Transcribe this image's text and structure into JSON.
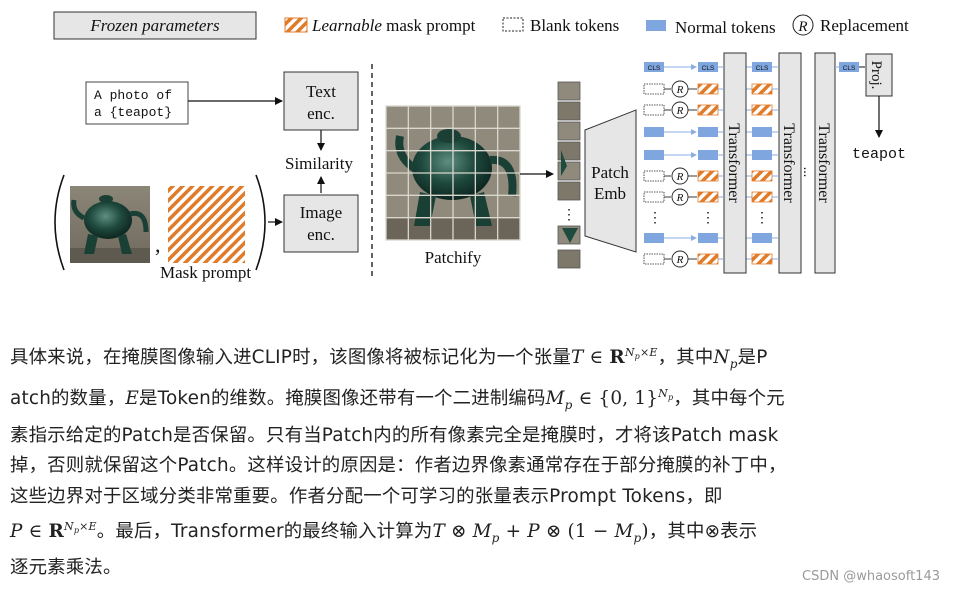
{
  "legend": {
    "frozen": "Frozen parameters",
    "learnable_italic": "Learnable",
    "learnable_rest": " mask prompt",
    "blank": "Blank tokens",
    "normal": "Normal tokens",
    "replacement_symbol": "R",
    "replacement": "Replacement"
  },
  "left": {
    "prompt_line1": "A photo of",
    "prompt_line2": "a {teapot}",
    "text_enc_1": "Text",
    "text_enc_2": "enc.",
    "similarity": "Similarity",
    "image_enc_1": "Image",
    "image_enc_2": "enc.",
    "comma": ",",
    "mask_prompt": "Mask prompt"
  },
  "right": {
    "patchify": "Patchify",
    "patch_emb_1": "Patch",
    "patch_emb_2": "Emb",
    "cls": "CLS",
    "transformer": "Transformer",
    "proj": "Proj.",
    "output": "teapot"
  },
  "caption": {
    "l1a": "具体来说，在掩膜图像输入进CLIP时，该图像将被标记化为一个张量",
    "l1b": "，其中",
    "l1c": "是P",
    "l2a": "atch的数量，",
    "l2b": "是Token的维数。掩膜图像还带有一个二进制编码",
    "l2c": "，其中每个元",
    "l3": "素指示给定的Patch是否保留。只有当Patch内的所有像素完全是掩膜时，才将该Patch mask",
    "l4": "掉，否则就保留这个Patch。这样设计的原因是：作者边界像素通常存在于部分掩膜的补丁中，",
    "l5": "这些边界对于区域分类非常重要。作者分配一个可学习的张量表示Prompt Tokens，即",
    "l6a": "。最后，Transformer的最终输入计算为",
    "l6b": "，其中⊗表示",
    "l7": "逐元素乘法。"
  },
  "watermark": "CSDN @whaosoft143",
  "colors": {
    "frozen_fill": "#e6e6e6",
    "learnable_orange": "#e07b2a",
    "normal_blue": "#7fa6de",
    "teapot_green": "#1f4a3e"
  }
}
